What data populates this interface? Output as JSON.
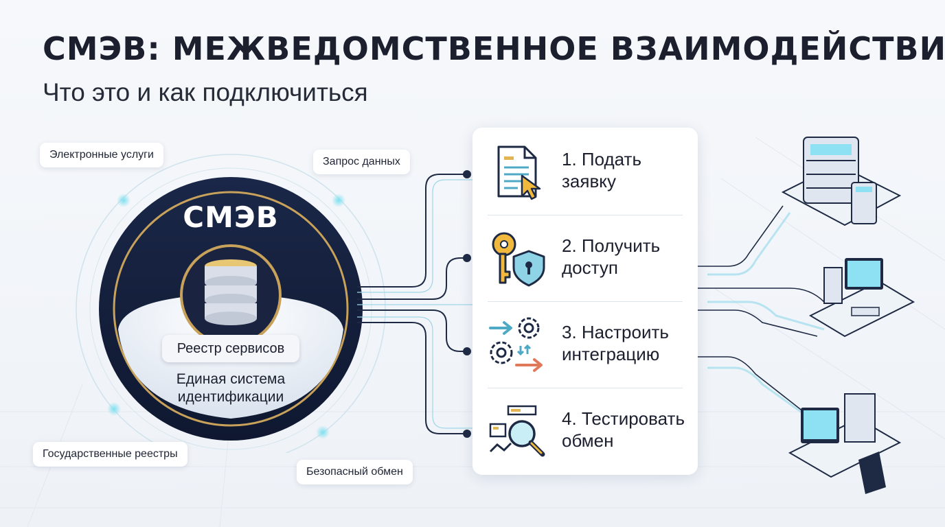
{
  "header": {
    "title": "СМЭВ: МЕЖВЕДОМСТВЕННОЕ ВЗАИМОДЕЙСТВИЕ",
    "subtitle": "Что это и как подключиться"
  },
  "hub": {
    "name": "СМЭВ",
    "registry_label": "Реестр сервисов",
    "eid_label": "Единая система идентификации"
  },
  "features": [
    {
      "label": "Электронные услуги"
    },
    {
      "label": "Запрос данных"
    },
    {
      "label": "Государственные реестры"
    },
    {
      "label": "Безопасный обмен"
    }
  ],
  "steps": [
    {
      "label": "1. Подать заявку",
      "icon": "document-cursor-icon"
    },
    {
      "label": "2. Получить доступ",
      "icon": "key-shield-icon"
    },
    {
      "label": "3. Настроить интеграцию",
      "icon": "gears-arrows-icon"
    },
    {
      "label": "4. Тестировать обмен",
      "icon": "magnifier-test-icon"
    }
  ],
  "colors": {
    "hub_dark": "#14203e",
    "gold": "#c8a25a",
    "connector": "#1e2a44",
    "glow": "#7ee0f0"
  }
}
